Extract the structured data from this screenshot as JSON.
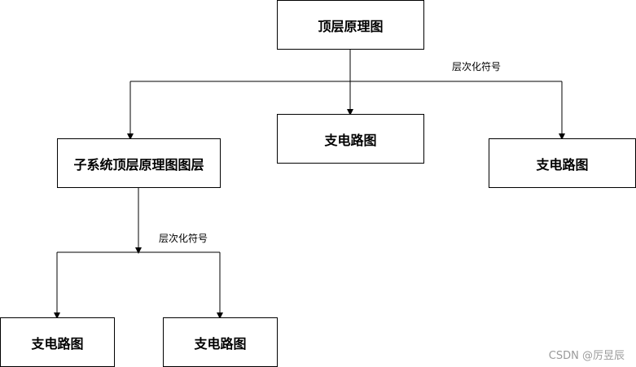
{
  "nodes": {
    "top": {
      "label": "顶层原理图"
    },
    "sub_system": {
      "label": "子系统顶层原理图图层"
    },
    "branch_middle": {
      "label": "支电路图"
    },
    "branch_right": {
      "label": "支电路图"
    },
    "branch_bottom_left": {
      "label": "支电路图"
    },
    "branch_bottom_right": {
      "label": "支电路图"
    }
  },
  "edge_labels": {
    "top_level": "层次化符号",
    "sub_level": "层次化符号"
  },
  "watermark": "CSDN @厉昱辰",
  "colors": {
    "line": "#000000",
    "watermark": "#9a9a9a"
  }
}
